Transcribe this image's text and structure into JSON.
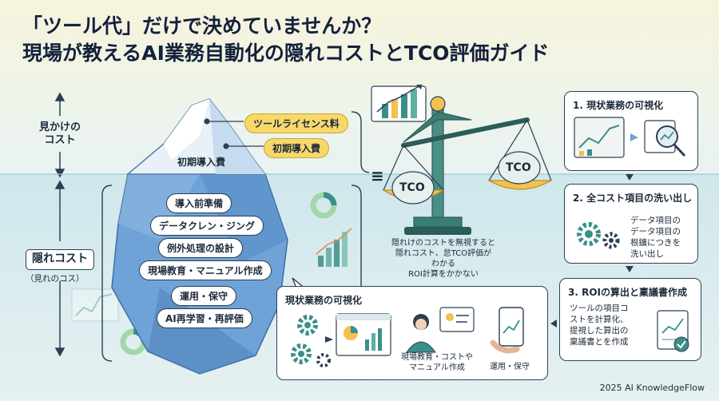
{
  "title": {
    "line1": "「ツール代」だけで決めていませんか？",
    "line2": "現場が教えるAI業務自動化の隠れコストとTCO評価ガイド"
  },
  "visible_section": {
    "label_line1": "見かけの",
    "label_line2": "コスト",
    "items": [
      "ツールライセンス料",
      "初期導入費",
      "初期導入費"
    ]
  },
  "hidden_section": {
    "label": "隠れコスト",
    "sublabel": "（見れのコス）",
    "items": [
      "導入前準備",
      "データクレン・ジング",
      "例外処理の設計",
      "現場教育・マニュアル作成",
      "運用・保守",
      "AI再学習・再評価"
    ]
  },
  "equals_sign": "≡",
  "scale": {
    "left_pan": "TCO",
    "right_pan": "TCO",
    "caption": [
      "隠れけのコストを無視すると",
      "隠れコスト、怠TCO評価がわかる",
      "ROI計算をかかない"
    ]
  },
  "steps": [
    {
      "title": "1. 現状業務の可視化",
      "body": []
    },
    {
      "title": "2. 全コスト項目の洗い出し",
      "body": [
        "データ項目の",
        "データ項目の",
        "根鑛につきを",
        "洗い出し"
      ]
    },
    {
      "title": "3. ROIの算出と稟議書作成",
      "body": [
        "ツールの項目コ",
        "ストを計算化、",
        "提視した算出の",
        "稟議書とを作成"
      ]
    }
  ],
  "bottom_panel": {
    "title": "現状業務の可視化",
    "caption_training": [
      "現場教育・コストや",
      "マニュアル作成"
    ],
    "caption_ops": "運用・保守"
  },
  "footer": "2025 AI KnowledgeFlow",
  "colors": {
    "navy": "#13213b",
    "yellow": "#f7d86a",
    "teal": "#3a8f8a",
    "water": "#cfe7ec",
    "ice": "#6fa3d8"
  }
}
